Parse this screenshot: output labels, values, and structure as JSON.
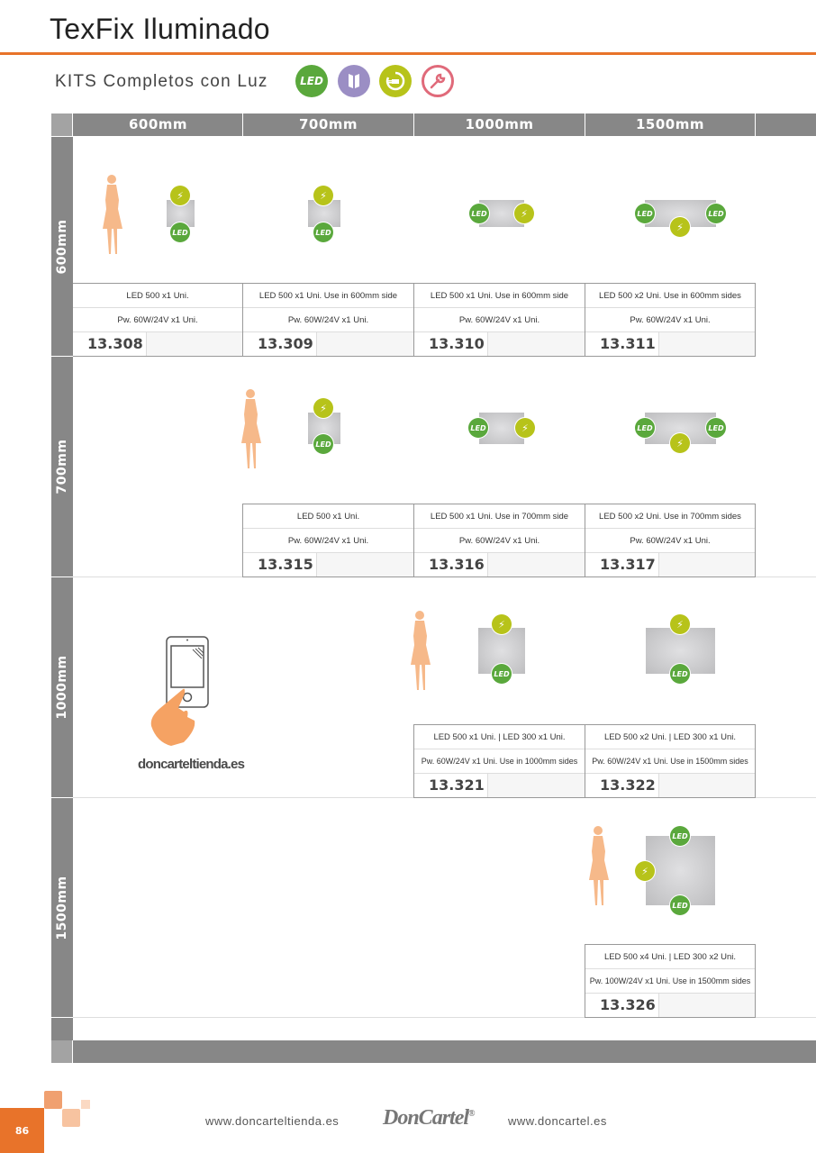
{
  "header": {
    "title": "TexFix Iluminado",
    "subtitle": "KITS Completos con Luz",
    "feature_icons": [
      {
        "name": "led-icon",
        "label": "LED",
        "color": "#5aa83c"
      },
      {
        "name": "profile-icon",
        "label": "▮",
        "color": "#9b8ec4"
      },
      {
        "name": "plug-icon",
        "label": "⏻",
        "color": "#b7c31a"
      },
      {
        "name": "wrench-icon",
        "label": "🔧",
        "color": "#e06a7a"
      }
    ]
  },
  "table": {
    "columns": [
      "600mm",
      "700mm",
      "1000mm",
      "1500mm"
    ],
    "rows": [
      "600mm",
      "700mm",
      "1000mm",
      "1500mm"
    ],
    "kits": {
      "k13308": {
        "line1": "LED 500 x1 Uni.",
        "line2": "Pw. 60W/24V x1 Uni.",
        "code": "13.308"
      },
      "k13309": {
        "line1": "LED 500 x1 Uni.  Use in 600mm side",
        "line2": "Pw. 60W/24V x1 Uni.",
        "code": "13.309"
      },
      "k13310": {
        "line1": "LED 500 x1 Uni.  Use in 600mm side",
        "line2": "Pw. 60W/24V x1 Uni.",
        "code": "13.310"
      },
      "k13311": {
        "line1": "LED 500 x2 Uni.  Use in 600mm sides",
        "line2": "Pw. 60W/24V x1 Uni.",
        "code": "13.311"
      },
      "k13315": {
        "line1": "LED 500 x1 Uni.",
        "line2": "Pw. 60W/24V x1 Uni.",
        "code": "13.315"
      },
      "k13316": {
        "line1": "LED 500 x1 Uni.  Use in 700mm side",
        "line2": "Pw. 60W/24V x1 Uni.",
        "code": "13.316"
      },
      "k13317": {
        "line1": "LED 500 x2 Uni.  Use in 700mm sides",
        "line2": "Pw. 60W/24V x1 Uni.",
        "code": "13.317"
      },
      "k13321": {
        "line1": "LED 500 x1 Uni. | LED 300 x1 Uni.",
        "line2": "Pw. 60W/24V x1 Uni.   Use in 1000mm sides",
        "code": "13.321"
      },
      "k13322": {
        "line1": "LED 500 x2 Uni. | LED 300 x1 Uni.",
        "line2": "Pw. 60W/24V x1 Uni.   Use in 1500mm sides",
        "code": "13.322"
      },
      "k13326": {
        "line1": "LED 500 x4 Uni. | LED 300 x2 Uni.",
        "line2": "Pw. 100W/24V x1 Uni.  Use in 1500mm sides",
        "code": "13.326"
      }
    }
  },
  "badges": {
    "led": "LED",
    "power": "⚡"
  },
  "promo": {
    "shop_text": "doncarteltienda.es"
  },
  "footer": {
    "page_number": "86",
    "link_left": "www.doncarteltienda.es",
    "brand": "DonCartel",
    "brand_mark": "®",
    "link_right": "www.doncartel.es"
  },
  "colors": {
    "accent": "#e8732a",
    "header_gray": "#878787",
    "led_green": "#5aa83c",
    "power_lime": "#b7c31a",
    "figure": "#f6b98a"
  }
}
